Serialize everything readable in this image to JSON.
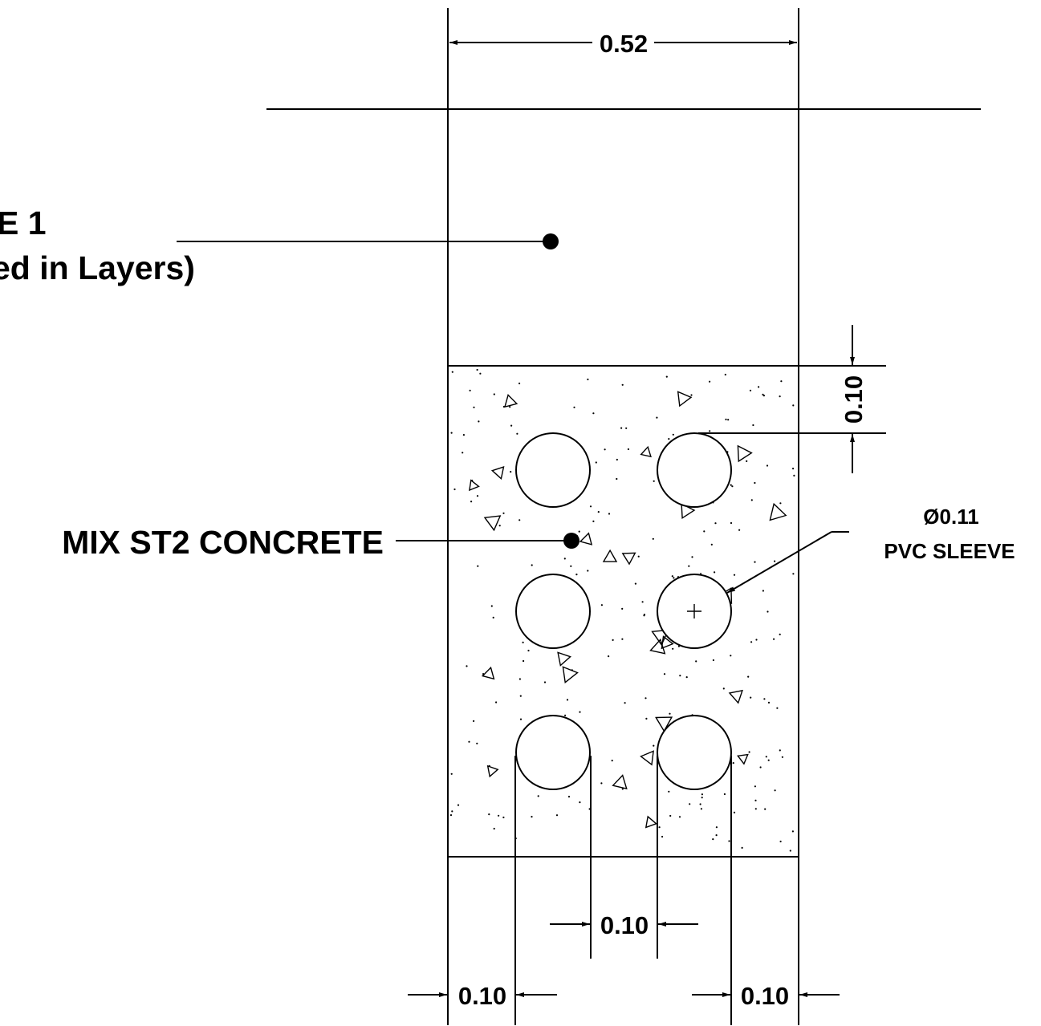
{
  "labels": {
    "backfill_line1": "E 1",
    "backfill_line2": "ed in Layers)",
    "concrete": "MIX ST2 CONCRETE",
    "sleeve_size": "Ø0.11",
    "sleeve_type": "PVC SLEEVE"
  },
  "dimensions": {
    "overall_width": "0.52",
    "top_cover": "0.10",
    "sleeve_spacing": "0.10",
    "left_edge": "0.10",
    "right_edge": "0.10"
  },
  "sleeves": {
    "count": 6,
    "diameter": "Ø0.11"
  }
}
